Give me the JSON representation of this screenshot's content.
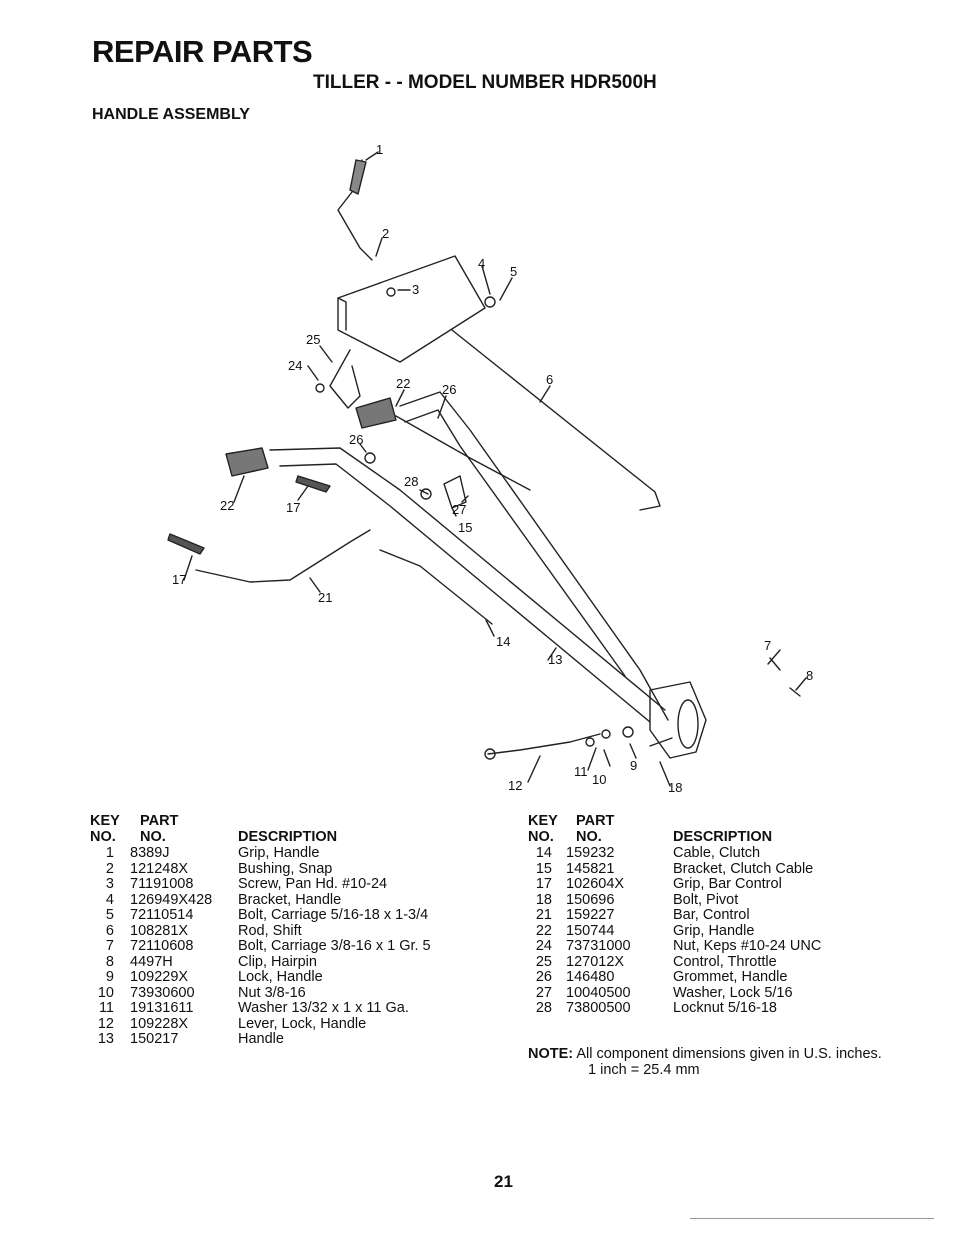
{
  "header": {
    "title": "REPAIR PARTS",
    "subtitle": "TILLER - - MODEL NUMBER HDR500H",
    "section": "HANDLE ASSEMBLY"
  },
  "diagram": {
    "callouts": [
      "1",
      "2",
      "3",
      "4",
      "5",
      "6",
      "25",
      "24",
      "22",
      "26",
      "26",
      "28",
      "27",
      "15",
      "22",
      "17",
      "17",
      "21",
      "14",
      "13",
      "7",
      "8",
      "12",
      "11",
      "10",
      "9",
      "18"
    ]
  },
  "table_headers": {
    "key": "KEY",
    "no1": "NO.",
    "part": "PART",
    "no2": "NO.",
    "description": "DESCRIPTION"
  },
  "parts_left": [
    {
      "key": "1",
      "part": "8389J",
      "desc": "Grip, Handle"
    },
    {
      "key": "2",
      "part": "121248X",
      "desc": "Bushing, Snap"
    },
    {
      "key": "3",
      "part": "71191008",
      "desc": "Screw, Pan Hd. #10-24"
    },
    {
      "key": "4",
      "part": "126949X428",
      "desc": "Bracket, Handle"
    },
    {
      "key": "5",
      "part": "72110514",
      "desc": "Bolt, Carriage 5/16-18 x 1-3/4"
    },
    {
      "key": "6",
      "part": "108281X",
      "desc": "Rod, Shift"
    },
    {
      "key": "7",
      "part": "72110608",
      "desc": "Bolt, Carriage 3/8-16 x 1 Gr. 5"
    },
    {
      "key": "8",
      "part": "4497H",
      "desc": "Clip, Hairpin"
    },
    {
      "key": "9",
      "part": "109229X",
      "desc": "Lock, Handle"
    },
    {
      "key": "10",
      "part": "73930600",
      "desc": "Nut 3/8-16"
    },
    {
      "key": "11",
      "part": "19131611",
      "desc": "Washer 13/32 x 1 x 11 Ga."
    },
    {
      "key": "12",
      "part": "109228X",
      "desc": "Lever, Lock, Handle"
    },
    {
      "key": "13",
      "part": "150217",
      "desc": "Handle"
    }
  ],
  "parts_right": [
    {
      "key": "14",
      "part": "159232",
      "desc": "Cable, Clutch"
    },
    {
      "key": "15",
      "part": "145821",
      "desc": "Bracket, Clutch Cable"
    },
    {
      "key": "17",
      "part": "102604X",
      "desc": "Grip, Bar Control"
    },
    {
      "key": "18",
      "part": "150696",
      "desc": "Bolt, Pivot"
    },
    {
      "key": "21",
      "part": "159227",
      "desc": "Bar, Control"
    },
    {
      "key": "22",
      "part": "150744",
      "desc": "Grip, Handle"
    },
    {
      "key": "24",
      "part": "73731000",
      "desc": "Nut, Keps #10-24 UNC"
    },
    {
      "key": "25",
      "part": "127012X",
      "desc": "Control, Throttle"
    },
    {
      "key": "26",
      "part": "146480",
      "desc": "Grommet, Handle"
    },
    {
      "key": "27",
      "part": "10040500",
      "desc": "Washer, Lock 5/16"
    },
    {
      "key": "28",
      "part": "73800500",
      "desc": "Locknut 5/16-18"
    }
  ],
  "note": {
    "label": "NOTE:",
    "line1": "All component dimensions given in U.S. inches.",
    "line2": "1 inch = 25.4 mm"
  },
  "page_number": "21"
}
